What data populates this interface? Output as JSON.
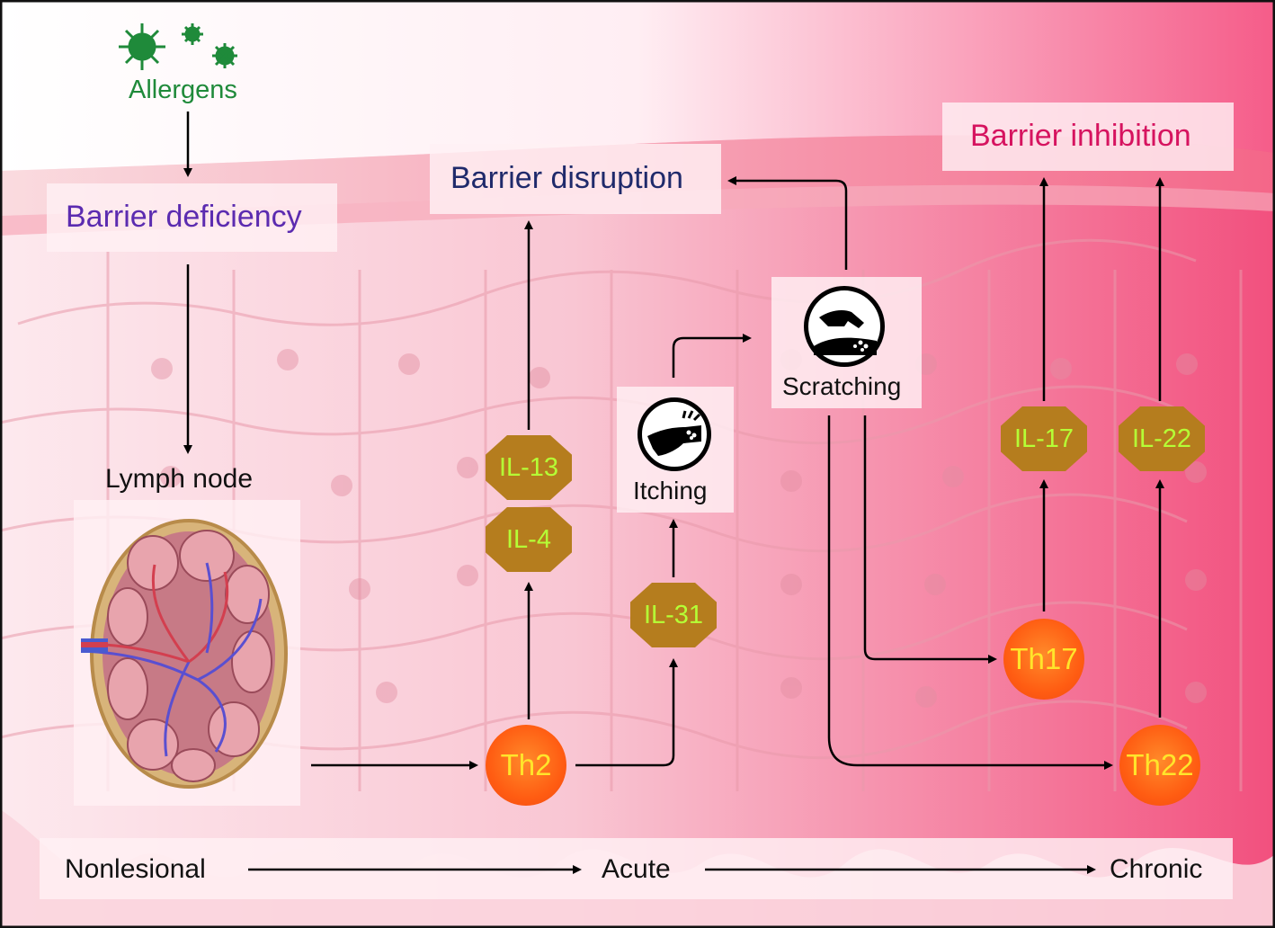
{
  "allergens": {
    "label": "Allergens",
    "icon": "virus-icon"
  },
  "barrier_deficiency": "Barrier deficiency",
  "barrier_disruption": "Barrier disruption",
  "barrier_inhibition": "Barrier inhibition",
  "lymph_node": "Lymph node",
  "itching": {
    "label": "Itching",
    "icon": "itching-arm-icon"
  },
  "scratching": {
    "label": "Scratching",
    "icon": "scratching-hand-icon"
  },
  "cells": {
    "th2": "Th2",
    "th17": "Th17",
    "th22": "Th22"
  },
  "cytokines": {
    "il13": "IL-13",
    "il4": "IL-4",
    "il31": "IL-31",
    "il17": "IL-17",
    "il22": "IL-22"
  },
  "stages": {
    "nonlesional": "Nonlesional",
    "acute": "Acute",
    "chronic": "Chronic"
  },
  "colors": {
    "cytokine_fill": "#b57d1e",
    "cytokine_text": "#b5ff36",
    "tcell_fill": "#ff5c12",
    "tcell_text": "#ffe52b",
    "allergen_green": "#1f8a3a",
    "disruption_blue": "#1f2a6b",
    "deficiency_purple": "#5b2bb0",
    "inhibition_red": "#d6135f"
  }
}
